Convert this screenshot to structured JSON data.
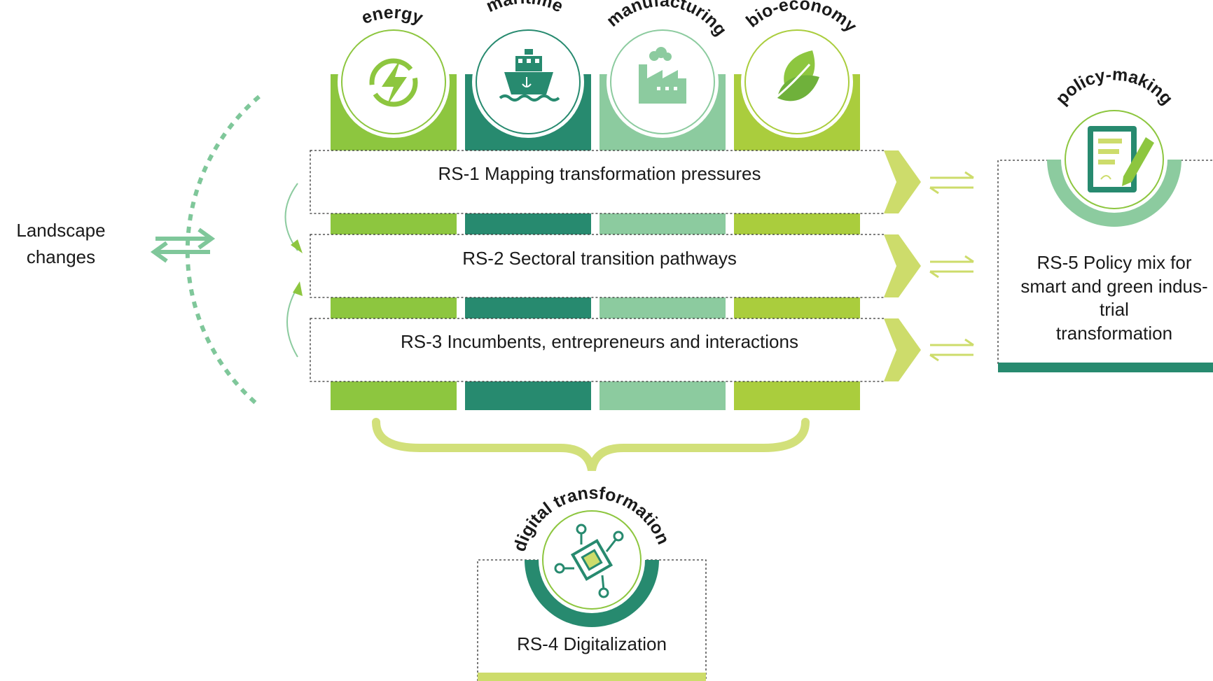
{
  "colors": {
    "energy": "#8dc63f",
    "maritime": "#278a6f",
    "manufacturing": "#8ccb9f",
    "bio_economy": "#aacd3d",
    "chevron": "#cddc6b",
    "landscape_arrows": "#7fc79a",
    "brace": "#d2e07a",
    "policy_bar": "#278a6f",
    "digital_bar": "#cddc6b"
  },
  "sectors": [
    {
      "label": "energy",
      "icon": "lightning-icon"
    },
    {
      "label": "maritime",
      "icon": "ship-icon"
    },
    {
      "label": "manufacturing",
      "icon": "factory-icon"
    },
    {
      "label": "bio-economy",
      "icon": "leaf-icon"
    }
  ],
  "research_streams": [
    {
      "label": "RS-1 Mapping transformation pressures"
    },
    {
      "label": "RS-2 Sectoral transition pathways"
    },
    {
      "label": "RS-3 Incumbents, entrepreneurs and interactions"
    }
  ],
  "landscape": {
    "line1": "Landscape",
    "line2": "changes"
  },
  "policy": {
    "arc_label": "policy-making",
    "icon": "document-pen-icon",
    "lines": [
      "RS-5 Policy mix for",
      "smart and green indus-",
      "trial",
      "transformation"
    ]
  },
  "digital": {
    "arc_label": "digital transformation",
    "icon": "circuit-chip-icon",
    "label": "RS-4 Digitalization"
  }
}
